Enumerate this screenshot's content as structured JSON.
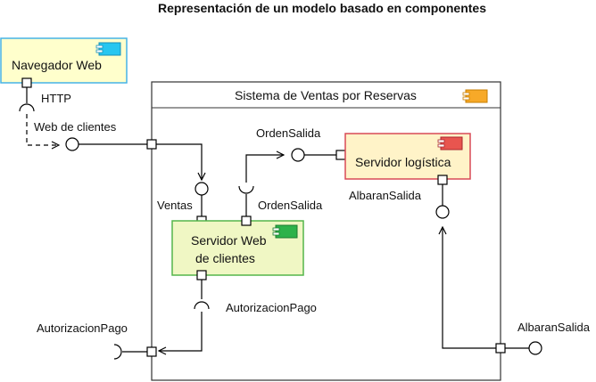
{
  "title": "Representación de un modelo basado en componentes",
  "system": {
    "label": "Sistema de Ventas por Reservas"
  },
  "components": {
    "navegador": {
      "label": "Navegador Web",
      "icon": "component-icon",
      "icon_color": "#27c6f0",
      "fill": "#ffffcc",
      "border": "#46b3e6"
    },
    "servidor_web": {
      "line1": "Servidor Web",
      "line2": "de clientes",
      "icon": "component-icon",
      "icon_color": "#2db24a",
      "fill": "#f0f7c4",
      "border": "#55b64b"
    },
    "servidor_logistica": {
      "label": "Servidor logística",
      "icon": "component-icon",
      "icon_color": "#e8554f",
      "fill": "#fff3c8",
      "border": "#d84a57"
    },
    "sistema": {
      "icon": "component-icon",
      "icon_color": "#f7a928"
    }
  },
  "labels": {
    "http": "HTTP",
    "web_de_clientes": "Web de clientes",
    "ventas": "Ventas",
    "orden_salida_top": "OrdenSalida",
    "orden_salida_bottom": "OrdenSalida",
    "albaran_salida_inner": "AlbaranSalida",
    "autorizacion_pago_inner": "AutorizacionPago",
    "autorizacion_pago_outer": "AutorizacionPago",
    "albaran_salida_outer": "AlbaranSalida"
  }
}
